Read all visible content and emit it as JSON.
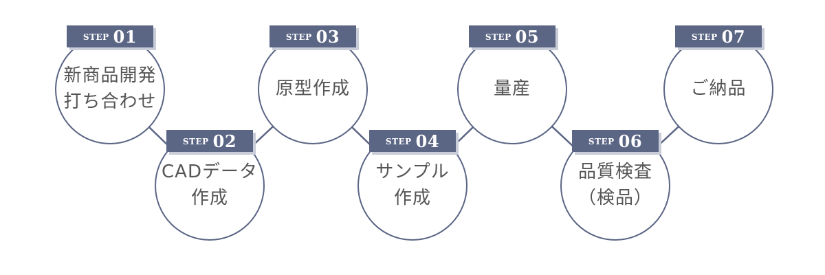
{
  "theme": {
    "accent": "#5b6584",
    "shadow": "#c9cdd8",
    "text": "#555555",
    "background": "#ffffff"
  },
  "steps": [
    {
      "step_word": "STEP",
      "step_num": "01",
      "text": "新商品開発\n打ち合わせ"
    },
    {
      "step_word": "STEP",
      "step_num": "02",
      "text": "CADデータ\n作成"
    },
    {
      "step_word": "STEP",
      "step_num": "03",
      "text": "原型作成"
    },
    {
      "step_word": "STEP",
      "step_num": "04",
      "text": "サンプル\n作成"
    },
    {
      "step_word": "STEP",
      "step_num": "05",
      "text": "量産"
    },
    {
      "step_word": "STEP",
      "step_num": "06",
      "text": "品質検査\n（検品）"
    },
    {
      "step_word": "STEP",
      "step_num": "07",
      "text": "ご納品"
    }
  ]
}
